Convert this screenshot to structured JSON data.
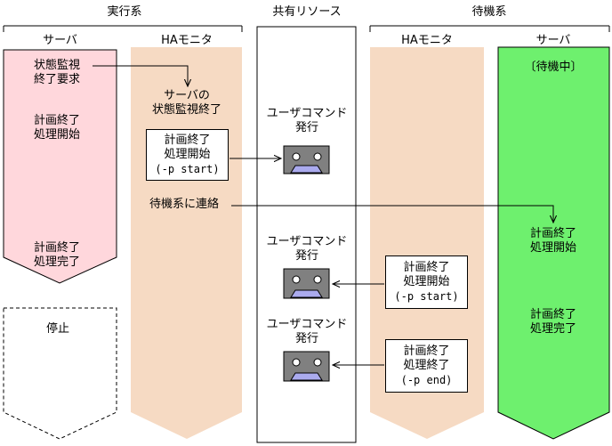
{
  "groups": {
    "active": "実行系",
    "shared": "共有リソース",
    "standby": "待機系"
  },
  "lanes": {
    "active_server": "サーバ",
    "active_ha": "HAモニタ",
    "standby_ha": "HAモニタ",
    "standby_server": "サーバ"
  },
  "active_server": {
    "monitor_stop_request": [
      "状態監視",
      "終了要求"
    ],
    "planned_stop_start": [
      "計画終了",
      "処理開始"
    ],
    "planned_stop_done": [
      "計画終了",
      "処理完了"
    ],
    "stopped": "停止"
  },
  "active_ha": {
    "monitor_stopped": [
      "サーバの",
      "状態監視終了"
    ],
    "cmd_box": [
      "計画終了",
      "処理開始",
      "(-p start)"
    ],
    "notify_standby": "待機系に連絡"
  },
  "shared": {
    "user_command_1": [
      "ユーザコマンド",
      "発行"
    ],
    "user_command_2": [
      "ユーザコマンド",
      "発行"
    ],
    "user_command_3": [
      "ユーザコマンド",
      "発行"
    ]
  },
  "standby_ha": {
    "cmd_box_start": [
      "計画終了",
      "処理開始",
      "(-p start)"
    ],
    "cmd_box_end": [
      "計画終了",
      "処理終了",
      "(-p end)"
    ]
  },
  "standby_server": {
    "waiting": "〔待機中〕",
    "planned_stop_start": [
      "計画終了",
      "処理開始"
    ],
    "planned_stop_done": [
      "計画終了",
      "処理完了"
    ]
  },
  "colors": {
    "active_server_fill": "#ffd7dc",
    "ha_lane_fill": "#f6dac3",
    "standby_server_fill": "#6ef06e",
    "command_icon_fill": "#808080",
    "command_icon_mouth": "#aaaaee"
  }
}
